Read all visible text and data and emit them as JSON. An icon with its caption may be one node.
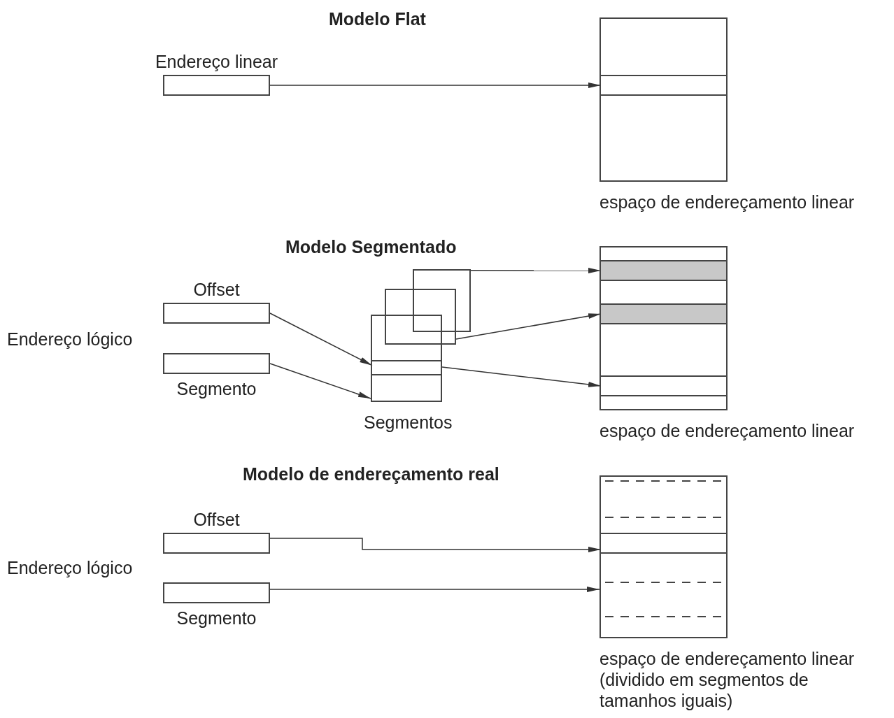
{
  "diagram": {
    "nodes": [
      {
        "text": [
          "Endereço linear"
        ]
      },
      {
        "text": [],
        "shape": "box",
        "beside": [
          "espaço de endereçamento linear"
        ]
      },
      {
        "text": [],
        "shape": "bar",
        "in": 1
      },
      {
        "text": [
          "Offset"
        ]
      },
      {
        "text": [
          "Segmento"
        ]
      },
      {
        "text": [],
        "shape": "box"
      },
      {
        "text": [],
        "shape": "box"
      },
      {
        "text": [],
        "shape": "box",
        "beside": [
          "Segmentos"
        ]
      },
      {
        "text": [],
        "shape": "bar",
        "in": 7
      },
      {
        "text": [],
        "shape": "box",
        "beside": [
          "espaço de endereçamento linear"
        ]
      },
      {
        "text": [],
        "shape": "bar",
        "in": 9
      },
      {
        "text": [],
        "shape": "bar",
        "in": 9
      },
      {
        "text": [],
        "shape": "bar",
        "in": 9
      },
      {
        "text": [
          "Offset"
        ]
      },
      {
        "text": [
          "Segmento"
        ]
      },
      {
        "text": [],
        "shape": "box",
        "beside": [
          "espaço de endereçamento linear (dividido em segmentos de tamanhos iguais)"
        ]
      },
      {
        "text": [],
        "shape": "bar",
        "in": 15
      }
    ],
    "edges": [
      {
        "from": 0,
        "to": 2,
        "arrow": "to"
      },
      {
        "from": 3,
        "to": 8,
        "arrow": "to"
      },
      {
        "from": 4,
        "to": 7,
        "arrow": "to"
      },
      {
        "from": 5,
        "to": 10,
        "arrow": "to"
      },
      {
        "from": 6,
        "to": 11,
        "arrow": "to"
      },
      {
        "from": 7,
        "to": 12,
        "arrow": "to"
      },
      {
        "from": 13,
        "to": 16,
        "arrow": "to"
      },
      {
        "from": 14,
        "to": 15,
        "arrow": "to"
      }
    ],
    "labels": [
      "Modelo Flat",
      "Modelo Segmentado",
      "Endereço lógico",
      "Modelo de endereçamento real",
      "Endereço lógico"
    ]
  }
}
